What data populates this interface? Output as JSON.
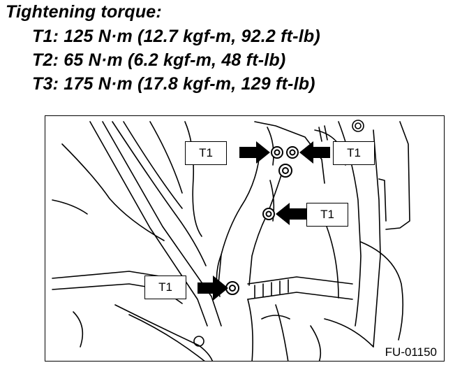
{
  "heading": {
    "title": "Tightening torque:",
    "specs": [
      "T1: 125 N·m (12.7 kgf-m, 92.2 ft-lb)",
      "T2: 65 N·m (6.2 kgf-m, 48 ft-lb)",
      "T3: 175 N·m (17.8 kgf-m, 129 ft-lb)"
    ]
  },
  "illustration": {
    "callouts": [
      "T1",
      "T1",
      "T1",
      "T1"
    ],
    "figure_id": "FU-01150"
  },
  "colors": {
    "ink": "#000000",
    "paper": "#ffffff"
  }
}
